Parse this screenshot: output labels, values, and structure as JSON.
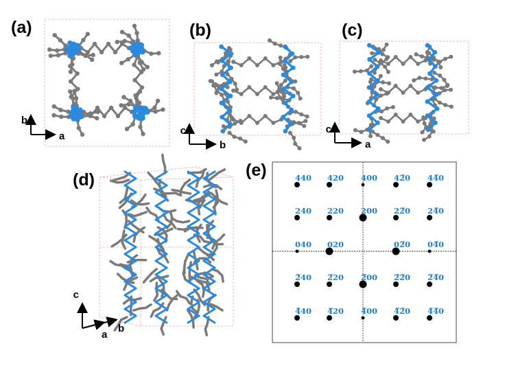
{
  "panels": {
    "a": {
      "label": "(a)",
      "axes": [
        "b",
        "a"
      ]
    },
    "b": {
      "label": "(b)",
      "axes": [
        "c",
        "b"
      ]
    },
    "c": {
      "label": "(c)",
      "axes": [
        "c",
        "a"
      ]
    },
    "d": {
      "label": "(d)",
      "axes": [
        "c",
        "a",
        "b"
      ]
    },
    "e": {
      "label": "(e)"
    }
  },
  "colors": {
    "metal_cluster": "#2a8ae0",
    "carbon": "#7a7a7a",
    "cell": "#f4a0a0",
    "hkl_label": "#1f7fd0"
  },
  "diffraction": {
    "rows": [
      [
        {
          "hkl": "440",
          "size": "m"
        },
        {
          "hkl": "420",
          "size": "m"
        },
        {
          "hkl": "400",
          "size": "s"
        },
        {
          "hkl": "42̅0",
          "size": "m"
        },
        {
          "hkl": "44̅0",
          "size": "m"
        }
      ],
      [
        {
          "hkl": "240",
          "size": "m"
        },
        {
          "hkl": "220",
          "size": "m"
        },
        {
          "hkl": "200",
          "size": "l"
        },
        {
          "hkl": "22̅0",
          "size": "m"
        },
        {
          "hkl": "24̅0",
          "size": "m"
        }
      ],
      [
        {
          "hkl": "040",
          "size": "s"
        },
        {
          "hkl": "020",
          "size": "l"
        },
        null,
        {
          "hkl": "02̅0",
          "size": "l"
        },
        {
          "hkl": "04̅0",
          "size": "s"
        }
      ],
      [
        {
          "hkl": "2̅40",
          "size": "m"
        },
        {
          "hkl": "2̅20",
          "size": "m"
        },
        {
          "hkl": "2̅00",
          "size": "l"
        },
        {
          "hkl": "2̅2̅0",
          "size": "m"
        },
        {
          "hkl": "2̅4̅0",
          "size": "m"
        }
      ],
      [
        {
          "hkl": "4̅40",
          "size": "m"
        },
        {
          "hkl": "4̅20",
          "size": "m"
        },
        {
          "hkl": "4̅00",
          "size": "s"
        },
        {
          "hkl": "4̅2̅0",
          "size": "m"
        },
        {
          "hkl": "4̅4̅0",
          "size": "m"
        }
      ]
    ]
  }
}
